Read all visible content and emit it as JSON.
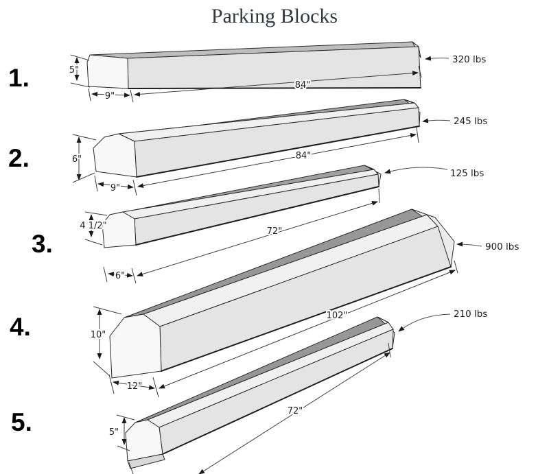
{
  "title": "Parking Blocks",
  "blocks": [
    {
      "number": "1.",
      "height": "5\"",
      "width": "9\"",
      "length": "84\"",
      "weight": "320 lbs"
    },
    {
      "number": "2.",
      "height": "6\"",
      "width": "9\"",
      "length": "84\"",
      "weight": "245 lbs"
    },
    {
      "number": "3.",
      "height": "4 1/2\"",
      "width": "6\"",
      "length": "72\"",
      "weight": "125 lbs"
    },
    {
      "number": "4.",
      "height": "10\"",
      "width": "12\"",
      "length": "102\"",
      "weight": "900 lbs"
    },
    {
      "number": "5.",
      "height": "5\"",
      "length": "72\"",
      "weight": "210 lbs"
    }
  ],
  "colors": {
    "background": "#ffffff",
    "block_side_face": "#e4e4e4",
    "block_bevel_face": "#f0f0f0",
    "block_end_cap": "#f8f8f8",
    "block_top_strip": "#a0a0a0",
    "block_top_strip_flat": "#bdbdbd",
    "outline": "#2a2a2a",
    "dimension_line": "#3b3b3b",
    "label_text": "#1c1c1c",
    "title_text": "#30393f",
    "number_text": "#000000"
  }
}
